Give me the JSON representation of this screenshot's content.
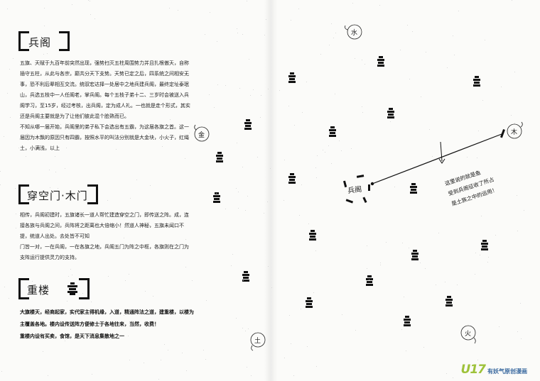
{
  "left_page": {
    "section1": {
      "title": "兵阁",
      "paragraphs": [
        "五旗、天赋于九百年前突然出现，强势扫灭五柱周围势力并且扎根傲天，自称插守五柱，从此与各宗，巅共分天下支势。天势已定之后，四系统之间相安无事，恐不利后辈相互交流。统驭宏达择一处居中之地兵建兵阁，最终定址泰珉山，兵选五枝中一人任阁老，掌兵阁。每个五枝子弟十二、三岁时会被送入兵阁学习，至15岁，经过考核，出兵阁，定为成人礼。一也就是走个形式，其实还是兵阁主要就是为了让他们彼此混个脸熟而已。",
        "不知从哪一届开始，兵阁里的弟子私下会选出有五霸，为这届各旗之首。这一届因为木飘的原因只有四霸，按照水平的叫法分别就是大金块，小火子，红绳土，小满浅，以上"
      ]
    },
    "section2": {
      "title": "穿空门·木门",
      "paragraphs": [
        "相传，兵阁初建时，五旗诸长一道人帮忙建造穿空之门，即传送之阵。成，连接各族与兵阁之间，兵阵将之距离也大倍缩小！然道人神秘，五旗未闻口不提，统道人出处。去处皆不可知",
        "门皆一对，一在兵阁，一在各旗之地，兵阁五门为阵之中枢，各旗则在之门为支阵运行提供灵力的支持。"
      ]
    },
    "section3": {
      "title": "重楼",
      "paragraphs": [
        "大旗楼天，经商起家，实代家主得机缘，入道，精通阵法之道，建重楼，以楼为主覆盖各地。楼内设传送阵方便修士于各地往来，当然，收费！",
        "重楼内设有买卖，食馆，是天下消息集散地之一"
      ]
    }
  },
  "right_page": {
    "map": {
      "nodes": [
        {
          "id": "north",
          "label": "水"
        },
        {
          "id": "west",
          "label": "金"
        },
        {
          "id": "east",
          "label": "木"
        },
        {
          "id": "south-west",
          "label": "土"
        },
        {
          "id": "south-east",
          "label": "火"
        },
        {
          "id": "center",
          "label": "兵阁"
        }
      ],
      "annotation": [
        "这里说的就是鱼",
        "受到兵阁征收了所占",
        "是土族之中的运用！"
      ]
    }
  },
  "watermark": {
    "logo": "U17",
    "text": "有妖气原创漫画"
  }
}
